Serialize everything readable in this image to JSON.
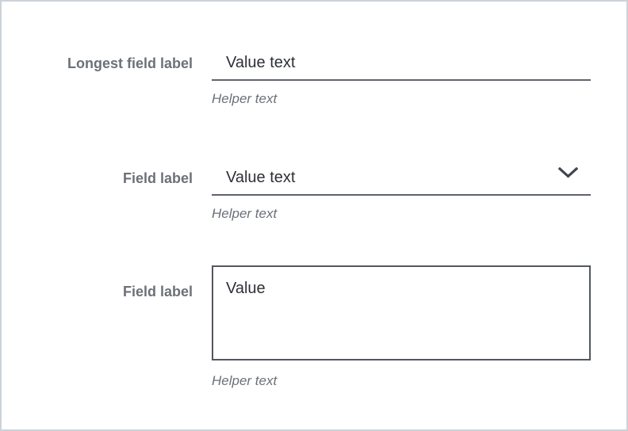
{
  "form": {
    "fields": [
      {
        "label": "Longest field label",
        "type": "text",
        "value": "Value text",
        "helper": "Helper text"
      },
      {
        "label": "Field label",
        "type": "select",
        "value": "Value text",
        "helper": "Helper text"
      },
      {
        "label": "Field label",
        "type": "textarea",
        "value": "Value",
        "helper": "Helper text"
      }
    ],
    "icons": {
      "select_chevron": "chevron-down-icon"
    },
    "colors": {
      "frame_border": "#ccd2d8",
      "label_text": "#6c7178",
      "value_text": "#2d3036",
      "helper_text": "#6b7079",
      "input_underline": "#5f646d",
      "textarea_border": "#53575f",
      "chevron": "#3f4550"
    }
  }
}
